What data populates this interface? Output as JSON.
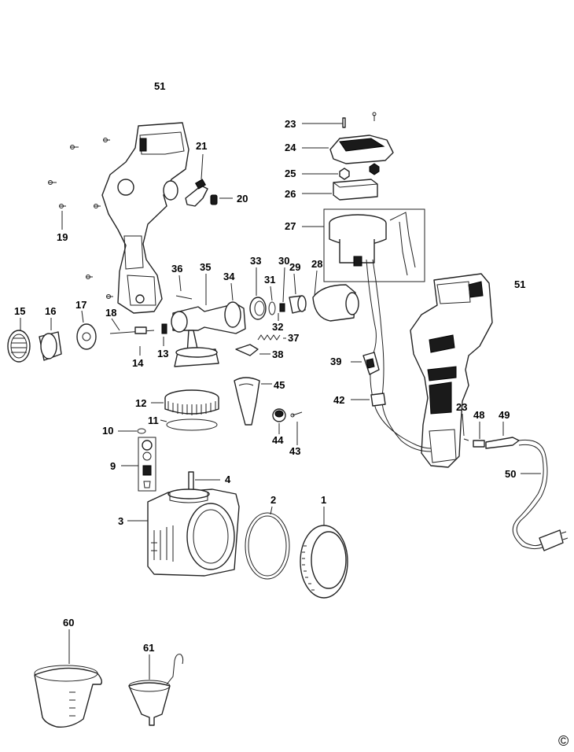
{
  "diagram": {
    "copyright": "©",
    "labels": {
      "p1": "1",
      "p2": "2",
      "p3": "3",
      "p4": "4",
      "p9": "9",
      "p10": "10",
      "p11": "11",
      "p12": "12",
      "p13": "13",
      "p14": "14",
      "p15": "15",
      "p16": "16",
      "p17": "17",
      "p18": "18",
      "p19": "19",
      "p20": "20",
      "p21": "21",
      "p23a": "23",
      "p23b": "23",
      "p24": "24",
      "p25": "25",
      "p26": "26",
      "p27": "27",
      "p28": "28",
      "p29": "29",
      "p30": "30",
      "p31": "31",
      "p32": "32",
      "p33": "33",
      "p34": "34",
      "p35": "35",
      "p36": "36",
      "p37": "37",
      "p38": "38",
      "p39": "39",
      "p42": "42",
      "p43": "43",
      "p44": "44",
      "p45": "45",
      "p48": "48",
      "p49": "49",
      "p50": "50",
      "p51a": "51",
      "p51b": "51",
      "p60": "60",
      "p61": "61"
    }
  }
}
